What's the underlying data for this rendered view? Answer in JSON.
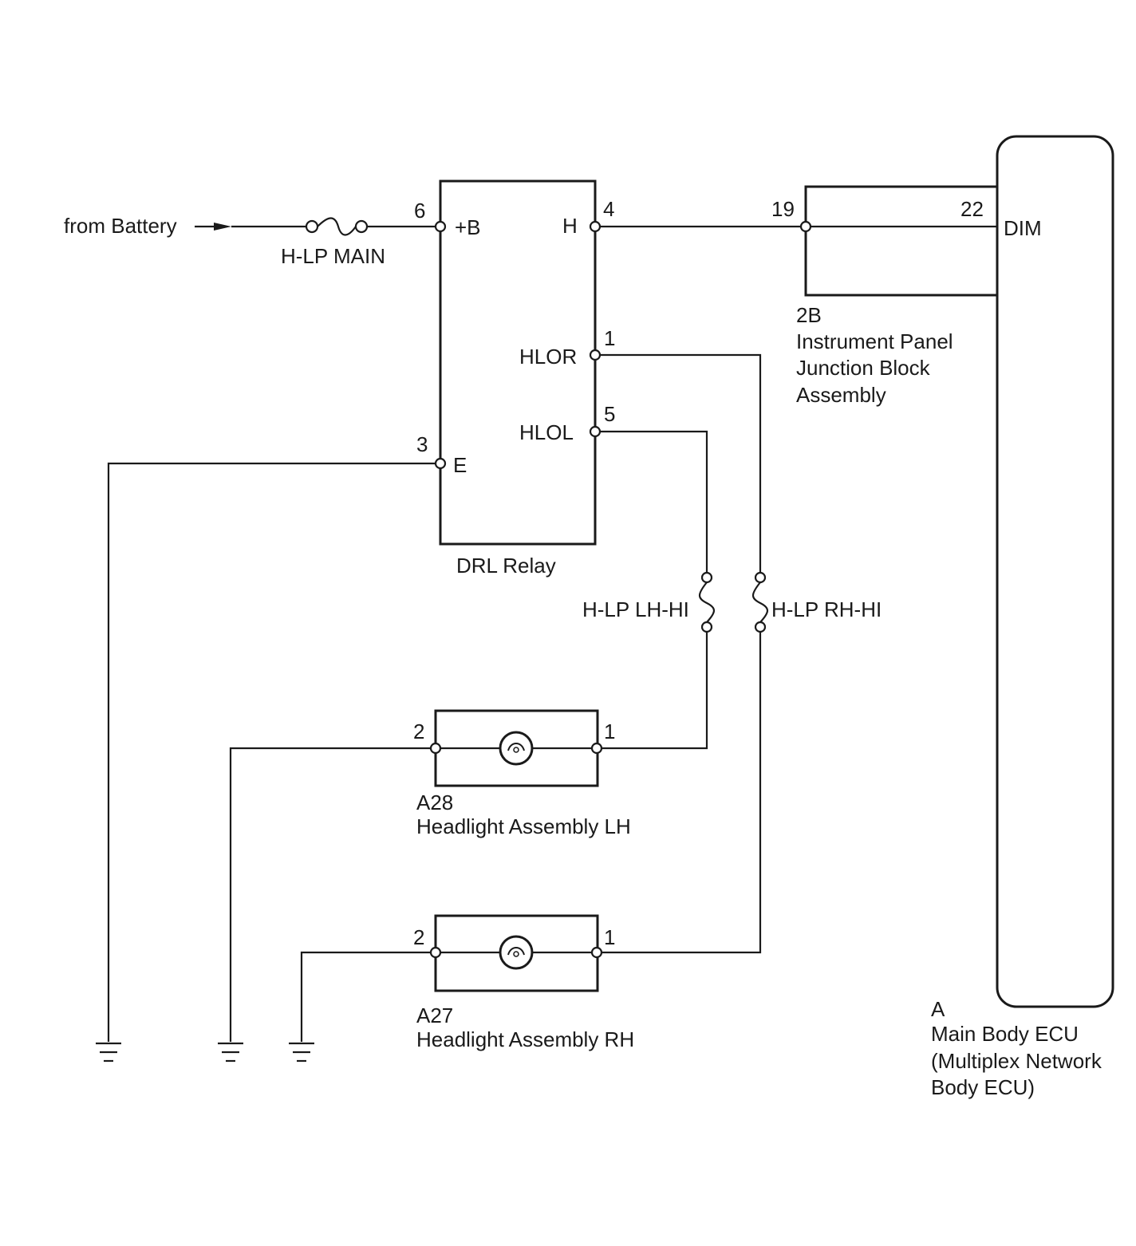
{
  "source": {
    "label": "from Battery",
    "fuse": "H-LP MAIN"
  },
  "drl_relay": {
    "name": "DRL Relay",
    "pins": {
      "b_plus": {
        "num": "6",
        "name": "+B"
      },
      "h": {
        "num": "4",
        "name": "H"
      },
      "hlor": {
        "num": "1",
        "name": "HLOR"
      },
      "hlol": {
        "num": "5",
        "name": "HLOL"
      },
      "e": {
        "num": "3",
        "name": "E"
      }
    }
  },
  "junction_block": {
    "code": "2B",
    "name_lines": [
      "Instrument Panel",
      "Junction Block",
      "Assembly"
    ],
    "pin_in": "19",
    "pin_out": "22"
  },
  "ecu": {
    "code": "A",
    "name_lines": [
      "Main Body ECU",
      "(Multiplex Network",
      "Body ECU)"
    ],
    "pin": "DIM"
  },
  "fuses": {
    "lh": "H-LP LH-HI",
    "rh": "H-LP RH-HI"
  },
  "headlight_lh": {
    "code": "A28",
    "name": "Headlight Assembly LH",
    "pin_left": "2",
    "pin_right": "1"
  },
  "headlight_rh": {
    "code": "A27",
    "name": "Headlight Assembly RH",
    "pin_left": "2",
    "pin_right": "1"
  }
}
